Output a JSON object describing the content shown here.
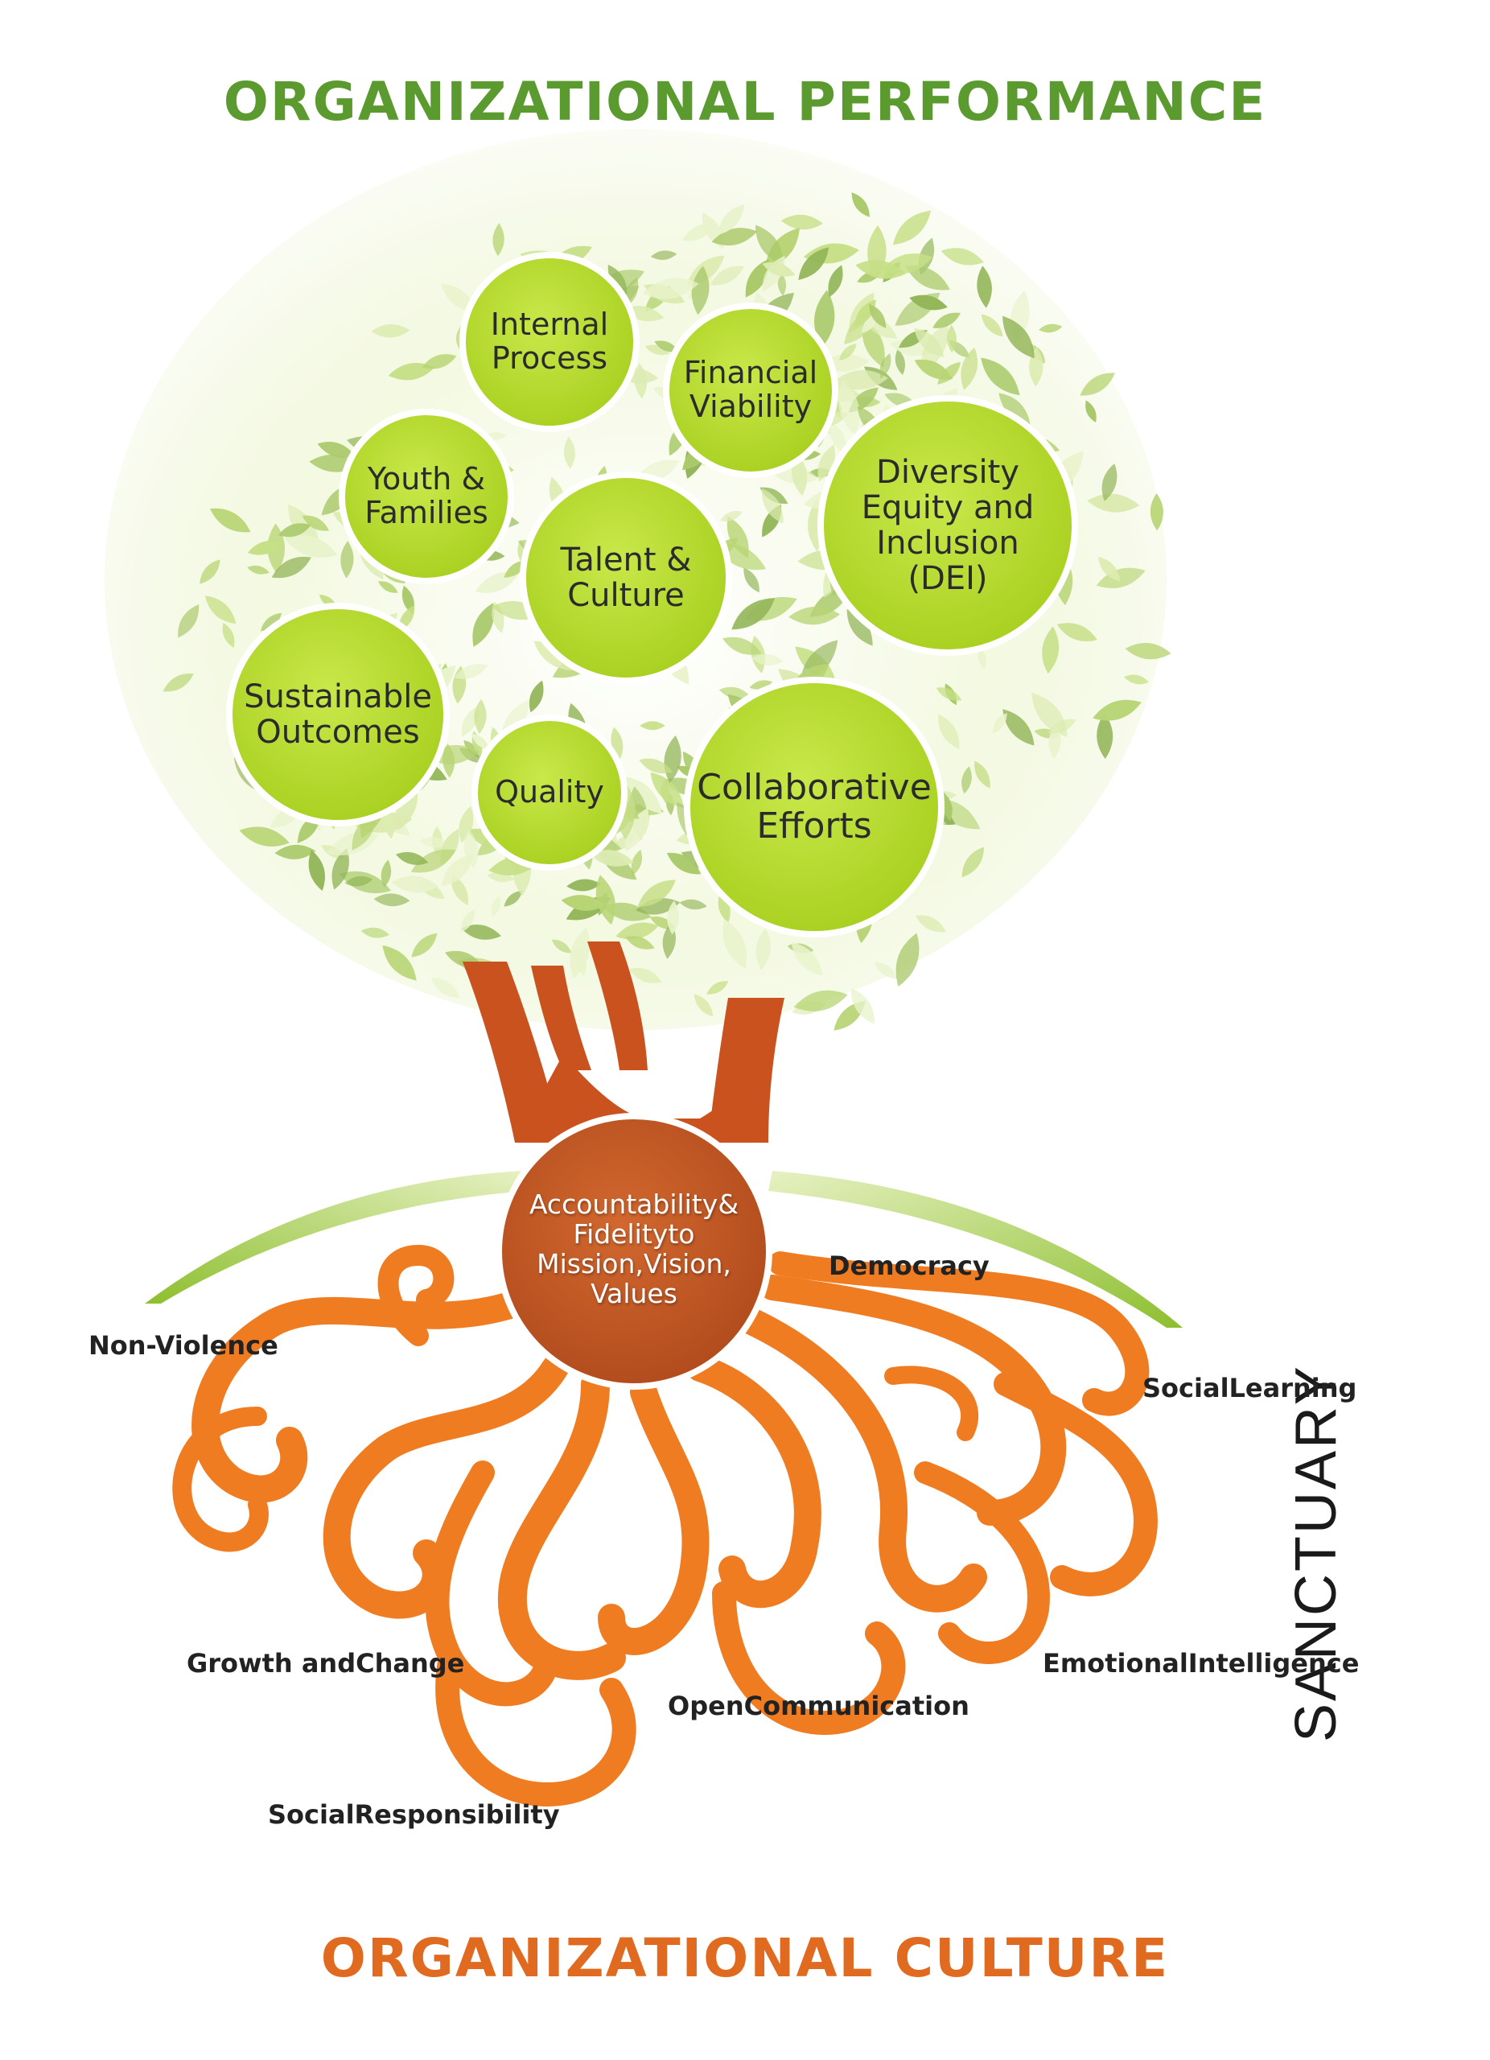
{
  "titles": {
    "top": "ORGANIZATIONAL PERFORMANCE",
    "bottom": "ORGANIZATIONAL CULTURE",
    "side": "SANCTUARY"
  },
  "canopy_bubbles": {
    "internal_process": [
      "Internal",
      "Process"
    ],
    "financial_viability": [
      "Financial",
      "Viability"
    ],
    "youth_families": [
      "Youth &",
      "Families"
    ],
    "talent_culture": [
      "Talent &",
      "Culture"
    ],
    "dei": [
      "Diversity",
      "Equity and",
      "Inclusion",
      "(DEI)"
    ],
    "sustainable_outcomes": [
      "Sustainable",
      "Outcomes"
    ],
    "quality": [
      "Quality"
    ],
    "collaborative_efforts": [
      "Collaborative",
      "Efforts"
    ]
  },
  "core": [
    "Accountability",
    "& Fidelity",
    "to Mission,",
    "Vision, Values"
  ],
  "root_labels": {
    "democracy": [
      "Democracy"
    ],
    "non_violence": [
      "Non-Violence"
    ],
    "social_learning": [
      "Social",
      "Learning"
    ],
    "growth_change": [
      "Growth and",
      "Change"
    ],
    "emotional_intelligence": [
      "Emotional",
      "Intelligence"
    ],
    "open_communication": [
      "Open",
      "Communication"
    ],
    "social_responsibility": [
      "Social",
      "Responsibility"
    ]
  },
  "colors": {
    "performance_green": "#5a9a2e",
    "culture_orange": "#e06a1f",
    "bubble_green": "#b5d92e",
    "leaf_light": "#dcebb0",
    "leaf_mid": "#a9c96a",
    "trunk": "#c9521f",
    "root_orange": "#f07c22",
    "core_brown": "#c45a25"
  }
}
